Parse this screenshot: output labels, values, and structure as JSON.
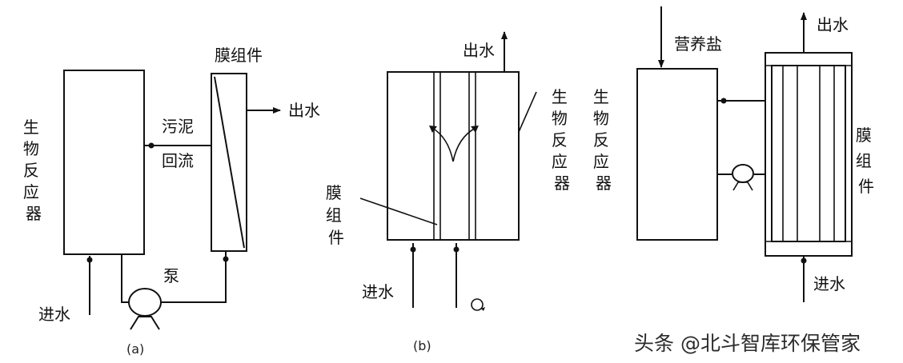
{
  "colors": {
    "ink": "#111111",
    "background": "#ffffff"
  },
  "panel_a": {
    "bioreactor": [
      "生",
      "物",
      "反",
      "应",
      "器"
    ],
    "membrane_module": "膜组件",
    "sludge_return_1": "污泥",
    "sludge_return_2": "回流",
    "outlet": "出水",
    "pump": "泵",
    "inlet": "进水",
    "caption": "(a)"
  },
  "panel_b": {
    "outlet": "出水",
    "bioreactor": [
      "生",
      "物",
      "反",
      "应",
      "器"
    ],
    "membrane_module": [
      "膜",
      "组",
      "件"
    ],
    "inlet": "进水",
    "caption": "(b)"
  },
  "panel_c": {
    "nutrient": "营养盐",
    "bioreactor": [
      "生",
      "物",
      "反",
      "应",
      "器"
    ],
    "outlet": "出水",
    "membrane_module": [
      "膜",
      "组",
      "件"
    ],
    "inlet": "进水"
  },
  "watermark": "头条 @北斗智库环保管家"
}
